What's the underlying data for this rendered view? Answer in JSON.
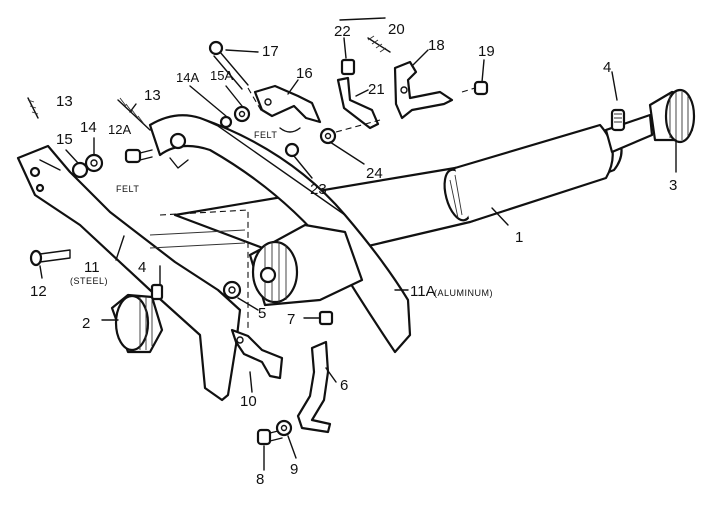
{
  "labels": {
    "p1": "1",
    "p2": "2",
    "p3": "3",
    "p4a": "4",
    "p4b": "4",
    "p5": "5",
    "p6": "6",
    "p7": "7",
    "p8": "8",
    "p9": "9",
    "p10": "10",
    "p11": "11",
    "p11_note": "(STEEL)",
    "p11a": "11A",
    "p11a_note": "(ALUMINUM)",
    "p12": "12",
    "p12a": "12A",
    "p13a": "13",
    "p13b": "13",
    "p14": "14",
    "p14a": "14A",
    "p15": "15",
    "p15a": "15A",
    "p16": "16",
    "p17": "17",
    "p18": "18",
    "p19": "19",
    "p20": "20",
    "p21": "21",
    "p22": "22",
    "p23": "23",
    "p24": "24",
    "felt_a": "FELT",
    "felt_b": "FELT"
  }
}
